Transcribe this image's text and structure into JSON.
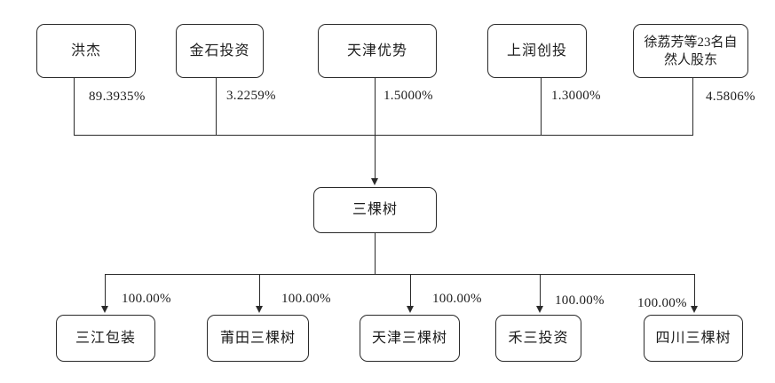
{
  "diagram": {
    "parent": {
      "name": "三棵树"
    },
    "shareholders": [
      {
        "name": "洪杰",
        "pct": "89.3935%"
      },
      {
        "name": "金石投资",
        "pct": "3.2259%"
      },
      {
        "name": "天津优势",
        "pct": "1.5000%"
      },
      {
        "name": "上润创投",
        "pct": "1.3000%"
      },
      {
        "name": "徐荔芳等23名自然人股东",
        "pct": "4.5806%"
      }
    ],
    "subsidiaries": [
      {
        "name": "三江包装",
        "pct": "100.00%"
      },
      {
        "name": "莆田三棵树",
        "pct": "100.00%"
      },
      {
        "name": "天津三棵树",
        "pct": "100.00%"
      },
      {
        "name": "禾三投资",
        "pct": "100.00%"
      },
      {
        "name": "四川三棵树",
        "pct": "100.00%"
      }
    ],
    "line_color": "#2a2a2a",
    "background_color": "#ffffff"
  }
}
